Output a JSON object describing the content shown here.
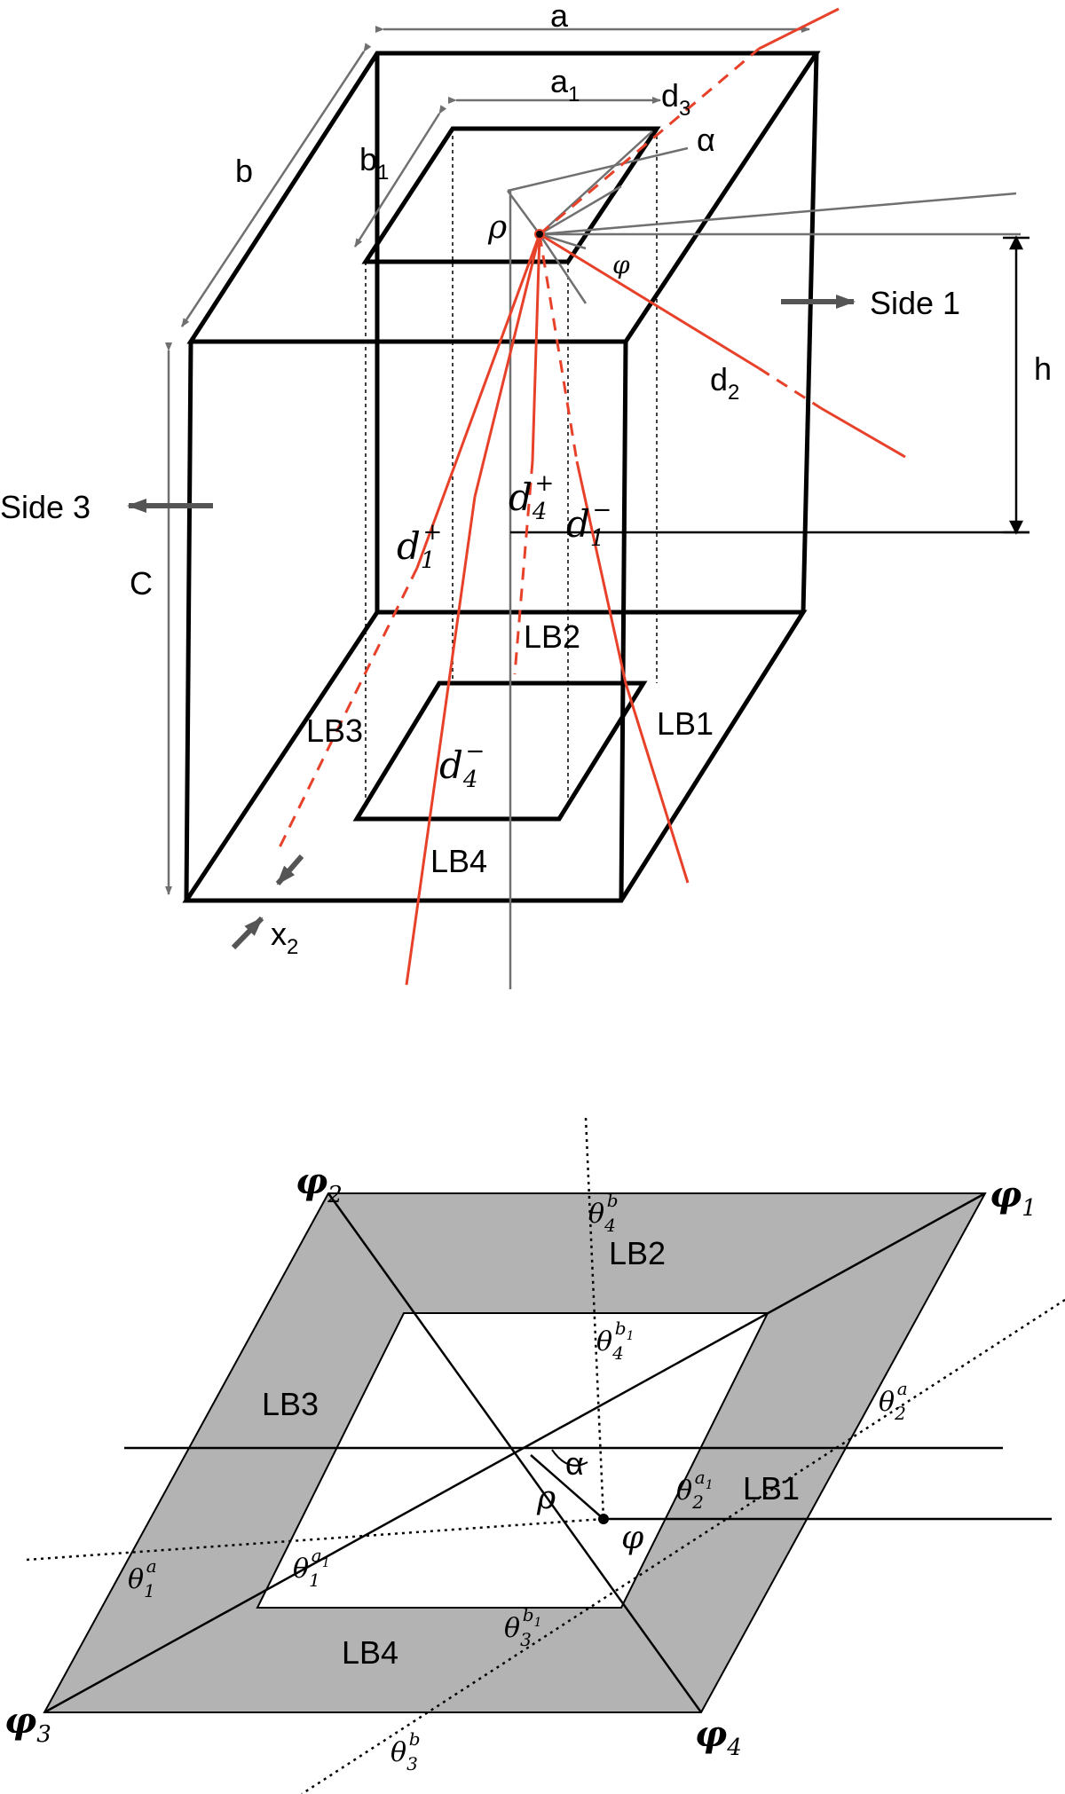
{
  "colors": {
    "red": "#e8412a",
    "gray_line": "#707070",
    "dark_gray": "#555555",
    "shade": "#b3b3b3",
    "black": "#000000"
  },
  "top": {
    "dim_a": "a",
    "dim_a1": "a",
    "dim_a1_sub": "1",
    "dim_b": "b",
    "dim_b1": "b",
    "dim_b1_sub": "1",
    "dim_d3": "d",
    "dim_d3_sub": "3",
    "alpha": "α",
    "rho": "ρ",
    "phi": "φ",
    "side1": "Side 1",
    "side3": "Side 3",
    "h": "h",
    "d2": "d",
    "d2_sub": "2",
    "C": "C",
    "d4plus": "d",
    "d4plus_sub": "4",
    "d4plus_sup": "+",
    "d1minus": "d",
    "d1minus_sub": "1",
    "d1minus_sup": "−",
    "d1plus": "d",
    "d1plus_sub": "1",
    "d1plus_sup": "+",
    "d4minus": "d",
    "d4minus_sub": "4",
    "d4minus_sup": "−",
    "LB1": "LB1",
    "LB2": "LB2",
    "LB3": "LB3",
    "LB4": "LB4",
    "x2": "x",
    "x2_sub": "2"
  },
  "bottom": {
    "phi1": "φ",
    "phi1_sub": "1",
    "phi2": "φ",
    "phi2_sub": "2",
    "phi3": "φ",
    "phi3_sub": "3",
    "phi4": "φ",
    "phi4_sub": "4",
    "LB1": "LB1",
    "LB2": "LB2",
    "LB3": "LB3",
    "LB4": "LB4",
    "alpha": "α",
    "rho": "ρ",
    "phi": "φ",
    "theta": "θ",
    "t4b_sub": "4",
    "t4b_sup": "b",
    "t4b1_sub": "4",
    "t4b1_sup": "b",
    "t4b1_sup_sub": "1",
    "t2a_sub": "2",
    "t2a_sup": "a",
    "t2a1_sub": "2",
    "t2a1_sup": "a",
    "t2a1_sup_sub": "1",
    "t1a_sub": "1",
    "t1a_sup": "a",
    "t1a1_sub": "1",
    "t1a1_sup": "a",
    "t1a1_sup_sub": "1",
    "t3b1_sub": "3",
    "t3b1_sup": "b",
    "t3b1_sup_sub": "1",
    "t3b_sub": "3",
    "t3b_sup": "b"
  }
}
